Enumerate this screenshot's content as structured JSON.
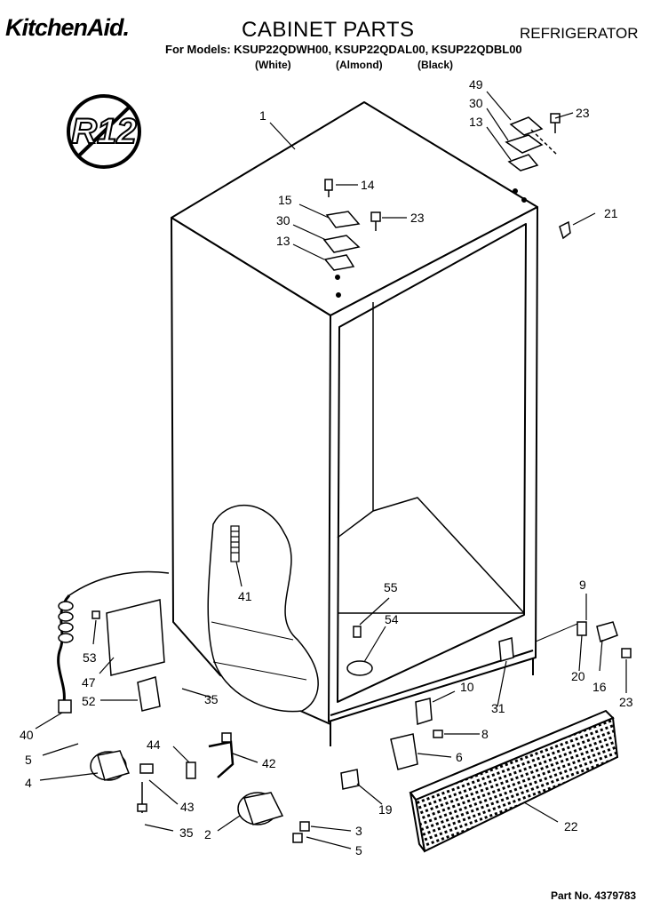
{
  "header": {
    "brand": "KitchenAid.",
    "title": "CABINET PARTS",
    "category": "REFRIGERATOR",
    "models_line": "For Models: KSUP22QDWH00, KSUP22QDAL00, KSUP22QDBL00",
    "colors": [
      "(White)",
      "(Almond)",
      "(Black)"
    ]
  },
  "badge": {
    "text": "R12"
  },
  "footer": {
    "part_number": "Part No. 4379783"
  },
  "callouts": [
    "1",
    "49",
    "30",
    "13",
    "23",
    "14",
    "15",
    "30",
    "23",
    "13",
    "21",
    "9",
    "41",
    "55",
    "54",
    "53",
    "47",
    "52",
    "40",
    "5",
    "4",
    "35",
    "44",
    "43",
    "35",
    "2",
    "42",
    "3",
    "5",
    "10",
    "31",
    "8",
    "6",
    "19",
    "20",
    "16",
    "23",
    "22"
  ]
}
